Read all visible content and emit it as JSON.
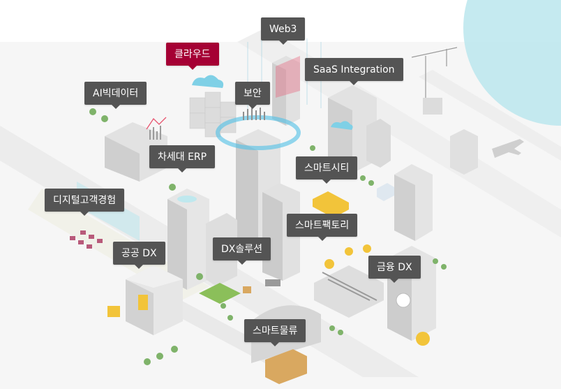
{
  "colors": {
    "label_bg": "#545454",
    "label_active_bg": "#a50034",
    "label_text": "#ffffff",
    "accent_teal": "#bfe8ee",
    "accent_yellow": "#f2c43a"
  },
  "map": {
    "labels": [
      {
        "id": "web3",
        "text": "Web3",
        "active": false
      },
      {
        "id": "cloud",
        "text": "클라우드",
        "active": true
      },
      {
        "id": "saas",
        "text": "SaaS Integration",
        "active": false
      },
      {
        "id": "ai-bigdata",
        "text": "AI빅데이터",
        "active": false
      },
      {
        "id": "security",
        "text": "보안",
        "active": false
      },
      {
        "id": "next-erp",
        "text": "차세대 ERP",
        "active": false
      },
      {
        "id": "smart-city",
        "text": "스마트시티",
        "active": false
      },
      {
        "id": "digital-cx",
        "text": "디지털고객경험",
        "active": false
      },
      {
        "id": "smart-factory",
        "text": "스마트팩토리",
        "active": false
      },
      {
        "id": "public-dx",
        "text": "공공 DX",
        "active": false
      },
      {
        "id": "dx-solution",
        "text": "DX솔루션",
        "active": false
      },
      {
        "id": "finance-dx",
        "text": "금융 DX",
        "active": false
      },
      {
        "id": "smart-logistics",
        "text": "스마트물류",
        "active": false
      }
    ]
  }
}
